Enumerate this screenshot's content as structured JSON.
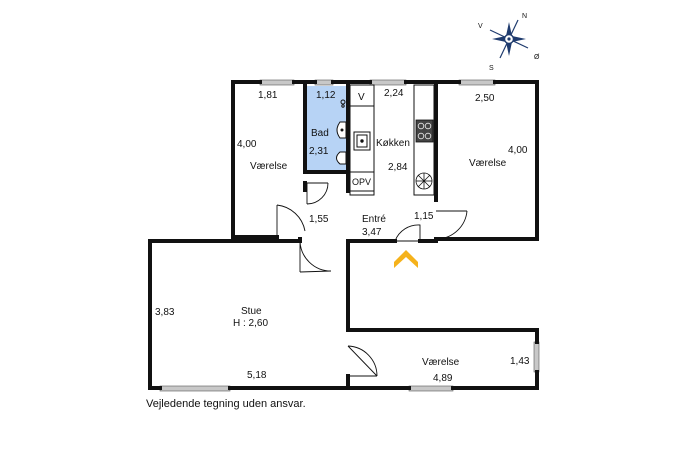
{
  "compass": {
    "n": "N",
    "s": "S",
    "v": "V",
    "o": "Ø"
  },
  "rooms": {
    "vaerelse_nw": {
      "name": "Værelse",
      "width": "1,81",
      "depth": "4,00"
    },
    "bad": {
      "name": "Bad",
      "width": "1,12",
      "depth": "2,31"
    },
    "koekken": {
      "name": "Køkken",
      "width": "2,24",
      "depth": "2,84",
      "v_label": "V",
      "opv_label": "OPV"
    },
    "vaerelse_ne": {
      "name": "Værelse",
      "width": "2,50",
      "depth": "4,00"
    },
    "entre": {
      "name": "Entré",
      "width": "3,47",
      "left": "1,55",
      "right": "1,15"
    },
    "stue": {
      "name": "Stue",
      "height_note": "H : 2,60",
      "depth": "3,83",
      "width": "5,18"
    },
    "vaerelse_se": {
      "name": "Værelse",
      "width": "4,89",
      "depth": "1,43"
    }
  },
  "colors": {
    "wall": "#111111",
    "bath": "#b7d3f5",
    "window": "#c8c8c8",
    "entry_arrow": "#f5b21b",
    "compass": "#1f3b6e"
  },
  "disclaimer": "Vejledende tegning uden ansvar."
}
